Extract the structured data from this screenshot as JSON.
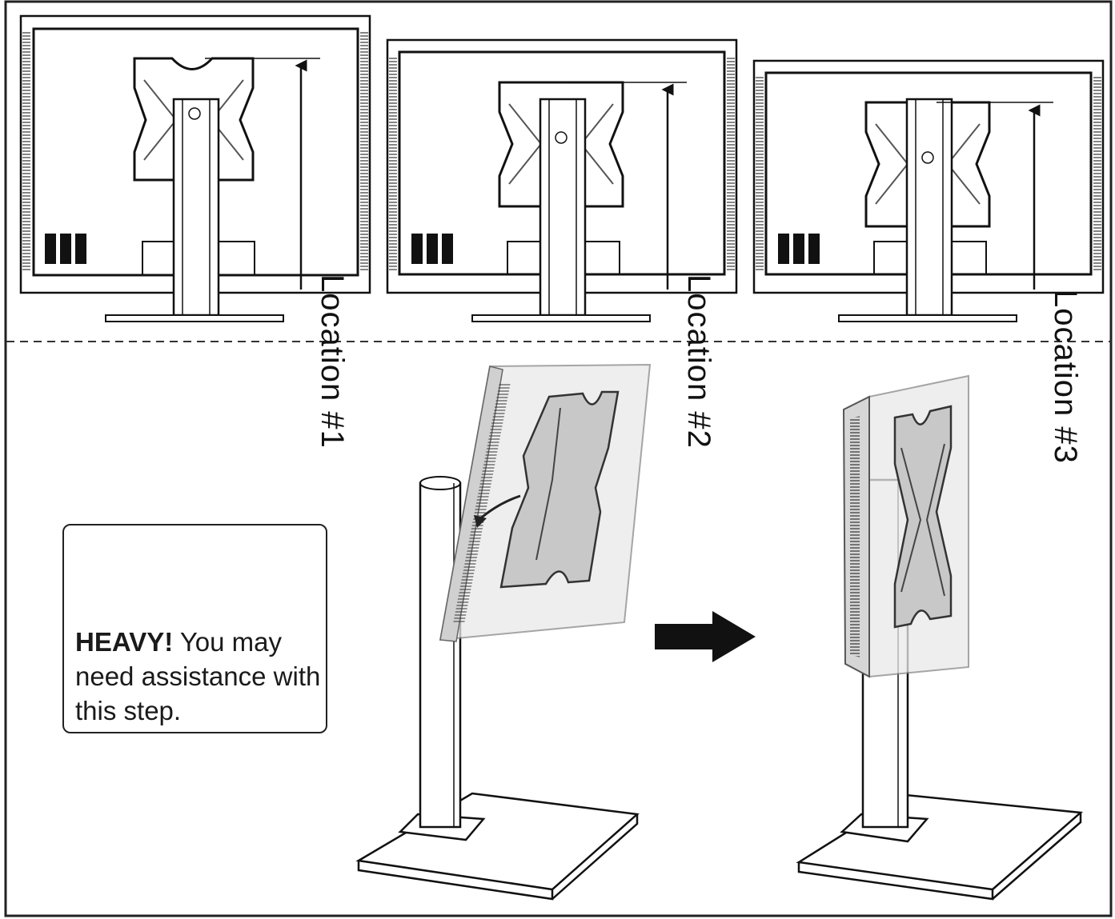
{
  "locations": [
    {
      "label": "Location #1"
    },
    {
      "label": "Location #2"
    },
    {
      "label": "Location #3"
    }
  ],
  "warning": {
    "emphasis": "HEAVY!",
    "text": " You may need assistance with this step."
  },
  "colors": {
    "line": "#111111",
    "frame": "#222222",
    "panel_tint": "#e9e9e9",
    "grey": "#9a9a9a"
  },
  "icons": [
    "warning-triangle-icon",
    "two-person-lift-icon",
    "right-arrow-icon"
  ]
}
